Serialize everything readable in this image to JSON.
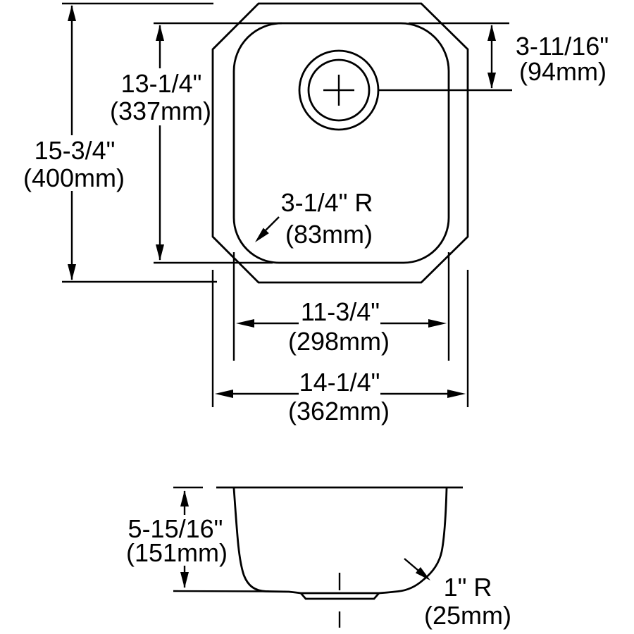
{
  "page": {
    "background_color": "#ffffff",
    "ink_color": "#000000"
  },
  "drawing": {
    "views": {
      "top_view": "sink top view",
      "side_view": "sink side profile view"
    },
    "dimensions": {
      "overall_front_to_back": {
        "inches": "15-3/4\"",
        "mm": "(400mm)"
      },
      "bowl_front_to_back": {
        "inches": "13-1/4\"",
        "mm": "(337mm)"
      },
      "drain_center_offset": {
        "inches": "3-11/16\"",
        "mm": "(94mm)"
      },
      "bowl_corner_radius": {
        "inches": "3-1/4\" R",
        "mm": "(83mm)"
      },
      "bowl_width": {
        "inches": "11-3/4\"",
        "mm": "(298mm)"
      },
      "overall_width": {
        "inches": "14-1/4\"",
        "mm": "(362mm)"
      },
      "bowl_depth": {
        "inches": "5-15/16\"",
        "mm": "(151mm)"
      },
      "bottom_corner_radius": {
        "inches": "1\" R",
        "mm": "(25mm)"
      }
    }
  }
}
